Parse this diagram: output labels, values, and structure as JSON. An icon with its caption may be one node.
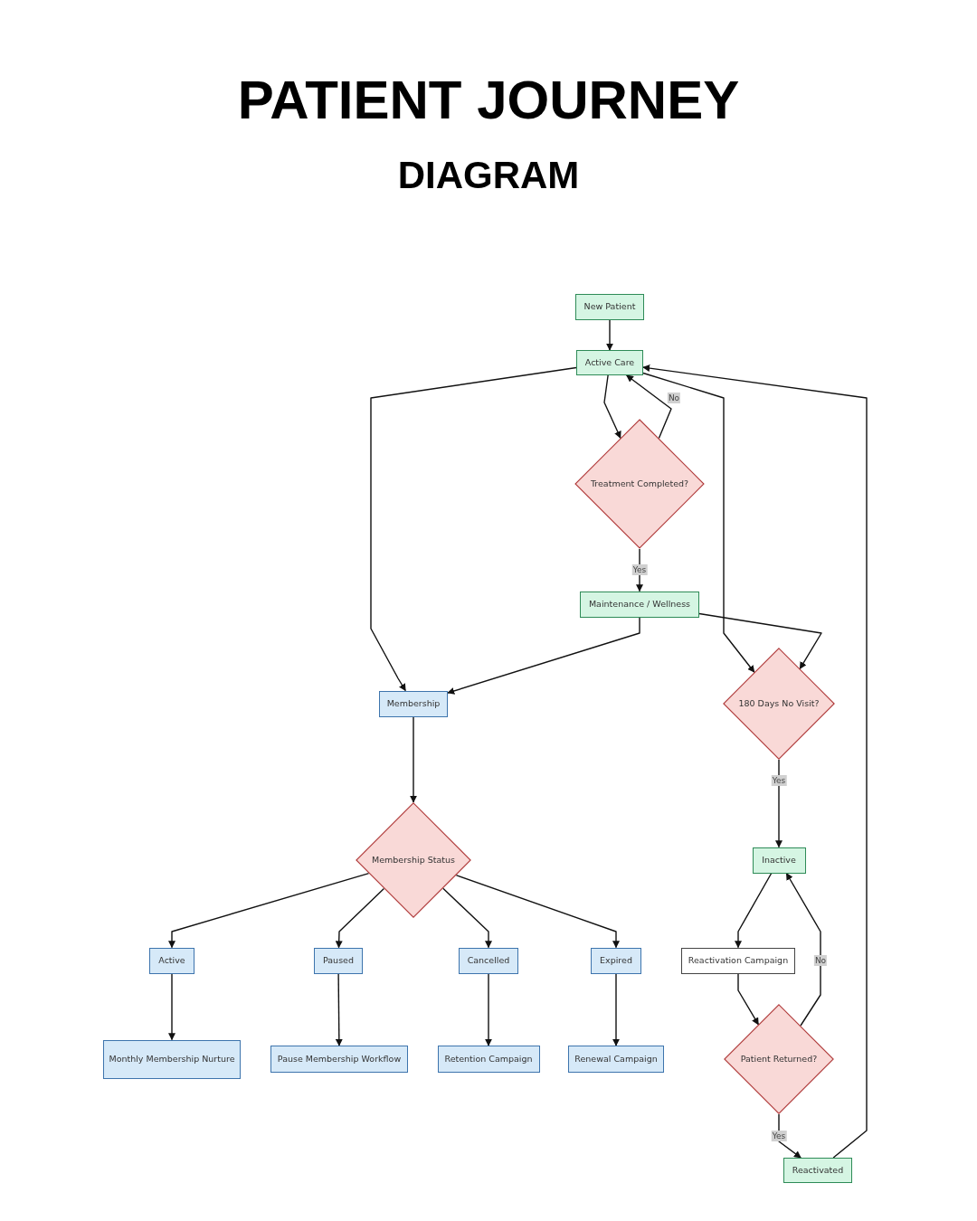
{
  "diagram": {
    "title": "PATIENT JOURNEY",
    "nodes": [
      {
        "text": [
          "New Patient"
        ]
      },
      {
        "text": [
          "Active Care"
        ]
      },
      {
        "text": [
          "Treatment Completed?"
        ]
      },
      {
        "text": [
          "Maintenance / Wellness"
        ]
      },
      {
        "text": [
          "Membership"
        ]
      },
      {
        "text": [
          "180 Days No Visit?"
        ]
      },
      {
        "text": [
          "Membership Status"
        ]
      },
      {
        "text": [
          "Inactive"
        ]
      },
      {
        "text": [
          "Active"
        ]
      },
      {
        "text": [
          "Paused"
        ]
      },
      {
        "text": [
          "Cancelled"
        ]
      },
      {
        "text": [
          "Expired"
        ]
      },
      {
        "text": [
          "Reactivation Campaign"
        ]
      },
      {
        "text": [
          "Monthly Membership Nurture"
        ]
      },
      {
        "text": [
          "Pause Membership Workflow"
        ]
      },
      {
        "text": [
          "Retention Campaign"
        ]
      },
      {
        "text": [
          "Renewal Campaign"
        ]
      },
      {
        "text": [
          "Patient Returned?"
        ]
      },
      {
        "text": [
          "Reactivated"
        ]
      }
    ],
    "edges": [
      {
        "from": 0,
        "to": 1,
        "arrow": "to"
      },
      {
        "from": 1,
        "to": 2,
        "arrow": "to"
      },
      {
        "from": 2,
        "to": 1,
        "arrow": "to",
        "label": "No"
      },
      {
        "from": 2,
        "to": 3,
        "arrow": "to",
        "label": "Yes"
      },
      {
        "from": 1,
        "to": 4,
        "arrow": "to"
      },
      {
        "from": 3,
        "to": 4,
        "arrow": "to"
      },
      {
        "from": 1,
        "to": 5,
        "arrow": "to"
      },
      {
        "from": 3,
        "to": 5,
        "arrow": "to"
      },
      {
        "from": 5,
        "to": 7,
        "arrow": "to",
        "label": "Yes"
      },
      {
        "from": 4,
        "to": 6,
        "arrow": "to"
      },
      {
        "from": 6,
        "to": 8,
        "arrow": "to"
      },
      {
        "from": 6,
        "to": 9,
        "arrow": "to"
      },
      {
        "from": 6,
        "to": 10,
        "arrow": "to"
      },
      {
        "from": 6,
        "to": 11,
        "arrow": "to"
      },
      {
        "from": 8,
        "to": 13,
        "arrow": "to"
      },
      {
        "from": 9,
        "to": 14,
        "arrow": "to"
      },
      {
        "from": 10,
        "to": 15,
        "arrow": "to"
      },
      {
        "from": 11,
        "to": 16,
        "arrow": "to"
      },
      {
        "from": 7,
        "to": 12,
        "arrow": "to"
      },
      {
        "from": 12,
        "to": 17,
        "arrow": "to"
      },
      {
        "from": 17,
        "to": 7,
        "arrow": "to",
        "label": "No"
      },
      {
        "from": 17,
        "to": 18,
        "arrow": "to",
        "label": "Yes"
      },
      {
        "from": 18,
        "to": 1,
        "arrow": "to"
      }
    ],
    "labels": [
      "DIAGRAM"
    ]
  }
}
